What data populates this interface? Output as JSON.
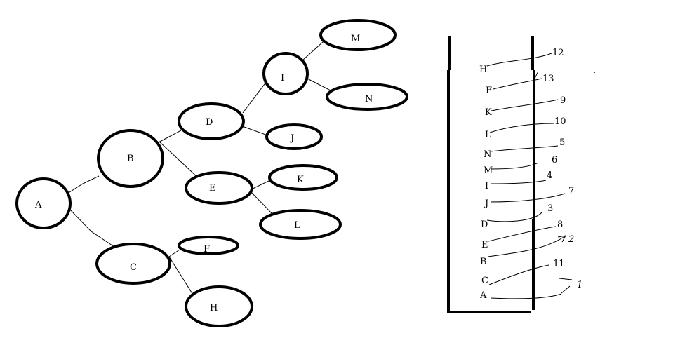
{
  "tree": {
    "nodes": [
      {
        "id": "A",
        "label": "A"
      },
      {
        "id": "B",
        "label": "B"
      },
      {
        "id": "C",
        "label": "C"
      },
      {
        "id": "D",
        "label": "D"
      },
      {
        "id": "E",
        "label": "E"
      },
      {
        "id": "F",
        "label": "F"
      },
      {
        "id": "H",
        "label": "H"
      },
      {
        "id": "I",
        "label": "I"
      },
      {
        "id": "J",
        "label": "J"
      },
      {
        "id": "K",
        "label": "K"
      },
      {
        "id": "L",
        "label": "L"
      },
      {
        "id": "M",
        "label": "M"
      },
      {
        "id": "N",
        "label": "N"
      }
    ],
    "edges": [
      [
        "A",
        "B"
      ],
      [
        "A",
        "C"
      ],
      [
        "B",
        "D"
      ],
      [
        "B",
        "E"
      ],
      [
        "C",
        "F"
      ],
      [
        "C",
        "H"
      ],
      [
        "D",
        "I"
      ],
      [
        "D",
        "J"
      ],
      [
        "E",
        "K"
      ],
      [
        "E",
        "L"
      ],
      [
        "I",
        "M"
      ],
      [
        "I",
        "N"
      ]
    ]
  },
  "stack": {
    "entries": [
      {
        "label": "H",
        "number": "12"
      },
      {
        "label": "F",
        "number": "13"
      },
      {
        "label": "K",
        "number": "9"
      },
      {
        "label": "L",
        "number": "10"
      },
      {
        "label": "N",
        "number": "5"
      },
      {
        "label": "M",
        "number": "6"
      },
      {
        "label": "I",
        "number": "4"
      },
      {
        "label": "J",
        "number": "7"
      },
      {
        "label": "D",
        "number": "3"
      },
      {
        "label": "E",
        "number": "8"
      },
      {
        "label": "B",
        "number": "2"
      },
      {
        "label": "C",
        "number": "11"
      },
      {
        "label": "A",
        "number": "1"
      }
    ]
  }
}
